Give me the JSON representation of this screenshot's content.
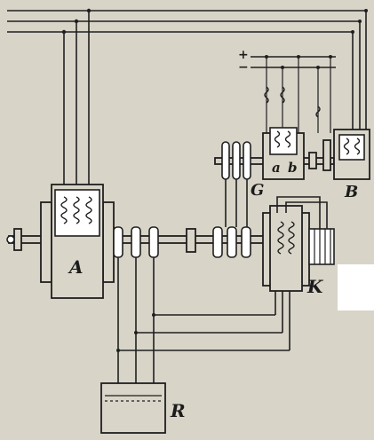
{
  "labels": {
    "A": "A",
    "B": "B",
    "G": "G",
    "K": "K",
    "R": "R",
    "a": "a",
    "b": "b",
    "plus": "+",
    "minus": "−"
  }
}
